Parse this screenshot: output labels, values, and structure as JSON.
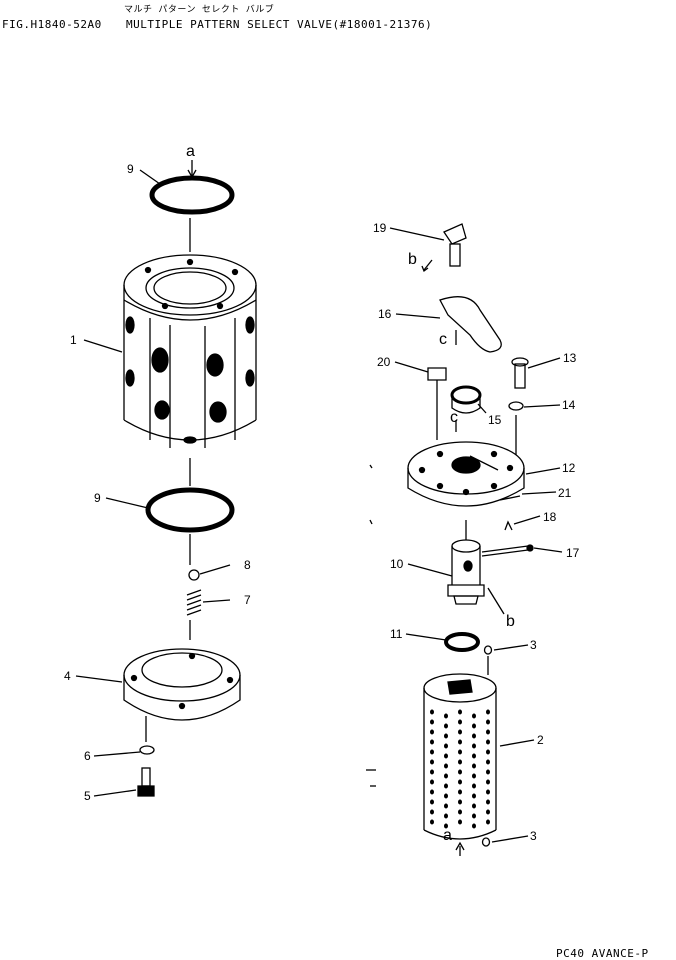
{
  "header": {
    "figure_id": "FIG.H1840-52A0",
    "title_jp": "マルチ パターン セレクト バルブ",
    "title_en": "MULTIPLE PATTERN SELECT VALVE(#18001-21376)"
  },
  "footer": {
    "text": "PC40 AVANCE-P"
  },
  "callouts": {
    "c1": "1",
    "c2": "2",
    "c3a": "3",
    "c3b": "3",
    "c4": "4",
    "c5": "5",
    "c6": "6",
    "c7": "7",
    "c8": "8",
    "c9a": "9",
    "c9b": "9",
    "c10": "10",
    "c11": "11",
    "c12": "12",
    "c13": "13",
    "c14": "14",
    "c15": "15",
    "c16": "16",
    "c17": "17",
    "c18": "18",
    "c19": "19",
    "c20": "20",
    "c21": "21"
  },
  "flow_markers": {
    "a_top": "a",
    "a_bottom": "a",
    "b_upper": "b",
    "b_lower": "b",
    "c_upper": "c",
    "c_lower": "c"
  }
}
